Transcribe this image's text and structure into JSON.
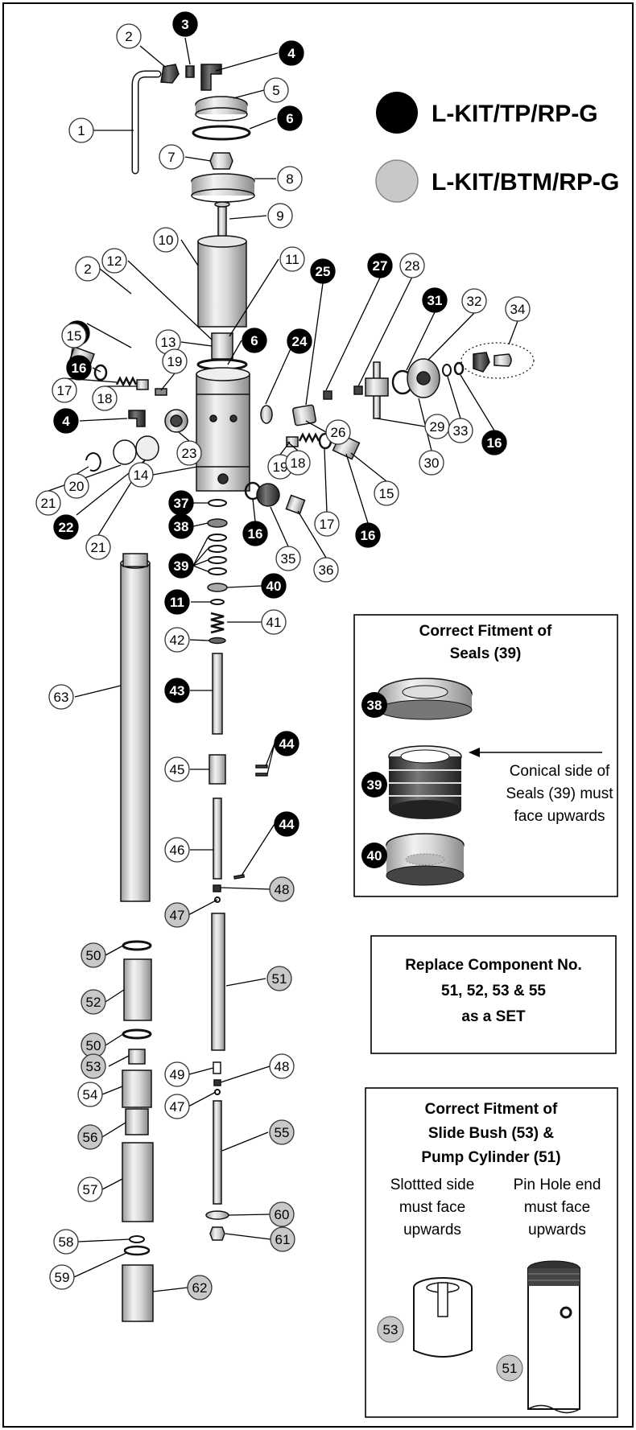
{
  "legend": {
    "top_kit": "L-KIT/TP/RP-G",
    "bottom_kit": "L-KIT/BTM/RP-G",
    "colors": {
      "top_kit": "#000000",
      "bottom_kit": "#c8c8c8",
      "standard": "#ffffff"
    }
  },
  "callouts": [
    {
      "n": "1",
      "kit": "none"
    },
    {
      "n": "2",
      "kit": "none"
    },
    {
      "n": "3",
      "kit": "top"
    },
    {
      "n": "4",
      "kit": "top"
    },
    {
      "n": "5",
      "kit": "none"
    },
    {
      "n": "6",
      "kit": "top"
    },
    {
      "n": "7",
      "kit": "none"
    },
    {
      "n": "8",
      "kit": "none"
    },
    {
      "n": "9",
      "kit": "none"
    },
    {
      "n": "10",
      "kit": "none"
    },
    {
      "n": "11",
      "kit": "none"
    },
    {
      "n": "12",
      "kit": "none"
    },
    {
      "n": "2",
      "kit": "none"
    },
    {
      "n": "3",
      "kit": "top"
    },
    {
      "n": "13",
      "kit": "none"
    },
    {
      "n": "6",
      "kit": "top"
    },
    {
      "n": "24",
      "kit": "top"
    },
    {
      "n": "25",
      "kit": "top"
    },
    {
      "n": "27",
      "kit": "top"
    },
    {
      "n": "28",
      "kit": "none"
    },
    {
      "n": "31",
      "kit": "top"
    },
    {
      "n": "32",
      "kit": "none"
    },
    {
      "n": "34",
      "kit": "none"
    },
    {
      "n": "15",
      "kit": "none"
    },
    {
      "n": "16",
      "kit": "top"
    },
    {
      "n": "17",
      "kit": "none"
    },
    {
      "n": "18",
      "kit": "none"
    },
    {
      "n": "19",
      "kit": "none"
    },
    {
      "n": "4",
      "kit": "top"
    },
    {
      "n": "23",
      "kit": "none"
    },
    {
      "n": "20",
      "kit": "none"
    },
    {
      "n": "21",
      "kit": "none"
    },
    {
      "n": "22",
      "kit": "top"
    },
    {
      "n": "21",
      "kit": "none"
    },
    {
      "n": "14",
      "kit": "none"
    },
    {
      "n": "26",
      "kit": "none"
    },
    {
      "n": "29",
      "kit": "none"
    },
    {
      "n": "30",
      "kit": "none"
    },
    {
      "n": "33",
      "kit": "none"
    },
    {
      "n": "16",
      "kit": "top"
    },
    {
      "n": "19",
      "kit": "none"
    },
    {
      "n": "18",
      "kit": "none"
    },
    {
      "n": "15",
      "kit": "none"
    },
    {
      "n": "17",
      "kit": "none"
    },
    {
      "n": "16",
      "kit": "top"
    },
    {
      "n": "16",
      "kit": "top"
    },
    {
      "n": "35",
      "kit": "none"
    },
    {
      "n": "36",
      "kit": "none"
    },
    {
      "n": "37",
      "kit": "top"
    },
    {
      "n": "38",
      "kit": "top"
    },
    {
      "n": "39",
      "kit": "top"
    },
    {
      "n": "40",
      "kit": "top"
    },
    {
      "n": "11",
      "kit": "top"
    },
    {
      "n": "41",
      "kit": "none"
    },
    {
      "n": "42",
      "kit": "none"
    },
    {
      "n": "63",
      "kit": "none"
    },
    {
      "n": "43",
      "kit": "top"
    },
    {
      "n": "44",
      "kit": "top"
    },
    {
      "n": "45",
      "kit": "none"
    },
    {
      "n": "46",
      "kit": "none"
    },
    {
      "n": "44",
      "kit": "top"
    },
    {
      "n": "48",
      "kit": "bottom"
    },
    {
      "n": "47",
      "kit": "bottom"
    },
    {
      "n": "50",
      "kit": "bottom"
    },
    {
      "n": "51",
      "kit": "bottom"
    },
    {
      "n": "52",
      "kit": "bottom"
    },
    {
      "n": "50",
      "kit": "bottom"
    },
    {
      "n": "53",
      "kit": "bottom"
    },
    {
      "n": "49",
      "kit": "none"
    },
    {
      "n": "48",
      "kit": "none"
    },
    {
      "n": "47",
      "kit": "none"
    },
    {
      "n": "54",
      "kit": "none"
    },
    {
      "n": "56",
      "kit": "bottom"
    },
    {
      "n": "55",
      "kit": "bottom"
    },
    {
      "n": "57",
      "kit": "none"
    },
    {
      "n": "60",
      "kit": "bottom"
    },
    {
      "n": "61",
      "kit": "bottom"
    },
    {
      "n": "58",
      "kit": "none"
    },
    {
      "n": "59",
      "kit": "none"
    },
    {
      "n": "62",
      "kit": "bottom"
    }
  ],
  "box_seals": {
    "title_line1": "Correct Fitment of",
    "title_line2": "Seals (39)",
    "note_line1": "Conical side of",
    "note_line2": "Seals (39) must",
    "note_line3": "face upwards",
    "badges": [
      "38",
      "39",
      "40"
    ]
  },
  "box_replace": {
    "line1": "Replace Component No.",
    "line2": "51, 52, 53 & 55",
    "line3": "as a SET"
  },
  "box_slide": {
    "title_line1": "Correct Fitment of",
    "title_line2": "Slide Bush (53) &",
    "title_line3": "Pump Cylinder (51)",
    "left_line1": "Slottted side",
    "left_line2": "must face",
    "left_line3": "upwards",
    "right_line1": "Pin Hole end",
    "right_line2": "must face",
    "right_line3": "upwards",
    "badges": [
      "53",
      "51"
    ]
  }
}
